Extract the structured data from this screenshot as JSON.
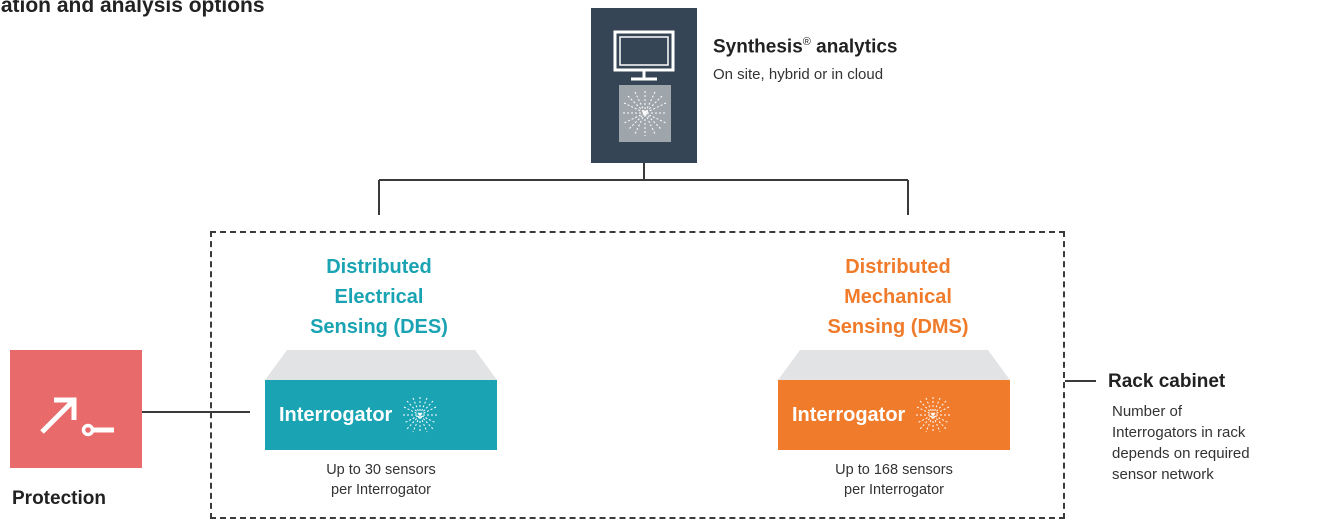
{
  "page": {
    "title": "gation and analysis options"
  },
  "analytics": {
    "title": "Synthesis",
    "registered_mark": "®",
    "title_suffix": " analytics",
    "subtitle": "On site, hybrid or in cloud",
    "icons": [
      "monitor-icon",
      "starburst-icon"
    ]
  },
  "des": {
    "title_lines": [
      "Distributed",
      "Electrical",
      "Sensing (DES)"
    ],
    "device_label": "Interrogator",
    "caption_lines": [
      "Up to 30 sensors",
      "per Interrogator"
    ],
    "color": "#1aa3b3"
  },
  "dms": {
    "title_lines": [
      "Distributed",
      "Mechanical",
      "Sensing (DMS)"
    ],
    "device_label": "Interrogator",
    "caption_lines": [
      "Up to 168 sensors",
      "per Interrogator"
    ],
    "color": "#f07b2a"
  },
  "protection": {
    "label": "Protection",
    "icon": "breaker-switch-icon",
    "color": "#e86a6a"
  },
  "rack": {
    "title": "Rack cabinet",
    "description_lines": [
      "Number of",
      "Interrogators in rack",
      "depends on required",
      "sensor network"
    ]
  },
  "colors": {
    "navy": "#354556",
    "gray_chip": "#9ea5ab",
    "connector": "#3a3a3a"
  }
}
